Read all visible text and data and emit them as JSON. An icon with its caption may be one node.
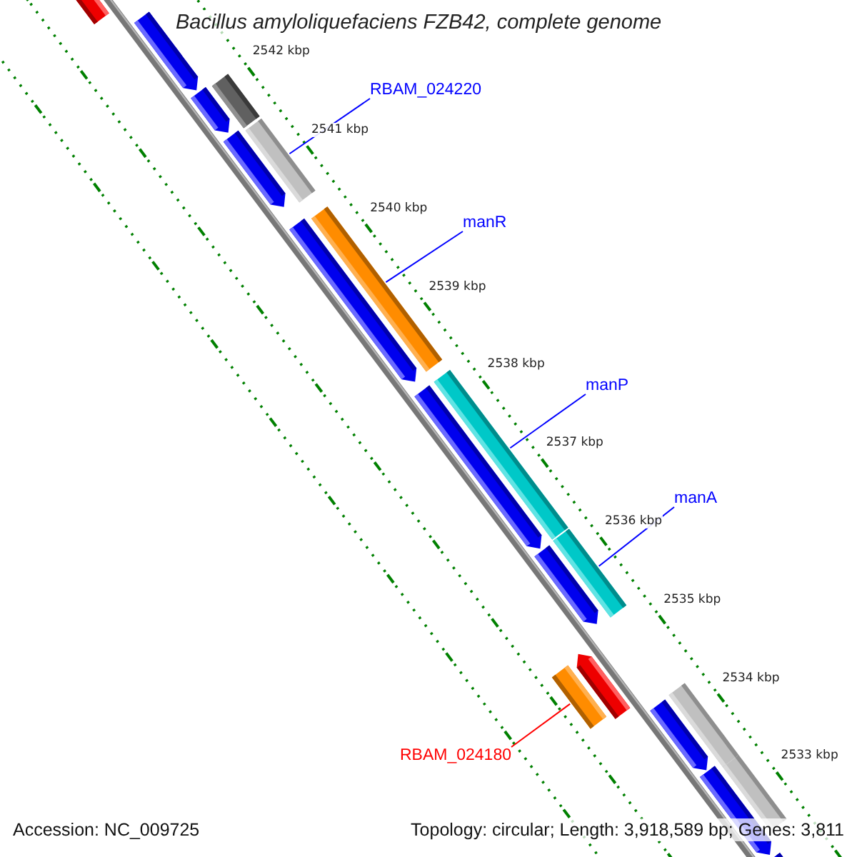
{
  "diagram": {
    "title": "Bacillus amyloliquefaciens FZB42, complete genome",
    "nodes": [
      {
        "text": [],
        "shape": "arrow"
      },
      {
        "text": [],
        "shape": "arrow"
      },
      {
        "text": [],
        "shape": "bar"
      },
      {
        "text": [],
        "shape": "arrow"
      },
      {
        "text": [],
        "shape": "arrow"
      },
      {
        "text": [],
        "shape": "bar"
      },
      {
        "text": [],
        "shape": "bar"
      },
      {
        "text": [],
        "shape": "arrow"
      },
      {
        "text": [],
        "shape": "bar"
      },
      {
        "text": [],
        "shape": "arrow"
      },
      {
        "text": [],
        "shape": "bar"
      },
      {
        "text": [],
        "shape": "arrow"
      },
      {
        "text": [],
        "shape": "arrow"
      },
      {
        "text": [],
        "shape": "bar"
      },
      {
        "text": [],
        "shape": "bar"
      },
      {
        "text": [],
        "shape": "arrow"
      },
      {
        "text": [],
        "shape": "bar"
      },
      {
        "text": [],
        "shape": "arrow"
      },
      {
        "text": [],
        "shape": "arrow"
      },
      {
        "text": [
          "RBAM_024220"
        ]
      },
      {
        "text": [
          "manR"
        ]
      },
      {
        "text": [
          "manP"
        ]
      },
      {
        "text": [
          "manA"
        ]
      },
      {
        "text": [
          "RBAM_024180"
        ]
      }
    ],
    "edges": [
      {
        "from": 19,
        "to": 5,
        "arrow": "none"
      },
      {
        "from": 20,
        "to": 6,
        "arrow": "none"
      },
      {
        "from": 21,
        "to": 8,
        "arrow": "none"
      },
      {
        "from": 22,
        "to": 10,
        "arrow": "none"
      },
      {
        "from": 23,
        "to": 13,
        "arrow": "none",
        "color": "#ff0000"
      }
    ],
    "labels": [
      "2542 kbp",
      "2541 kbp",
      "2540 kbp",
      "2539 kbp",
      "2538 kbp",
      "2537 kbp",
      "2536 kbp",
      "2535 kbp",
      "2534 kbp",
      "2533 kbp",
      "Accession: NC_009725",
      "Topology: circular; Length: 3,918,589 bp; Genes: 3,811"
    ]
  }
}
